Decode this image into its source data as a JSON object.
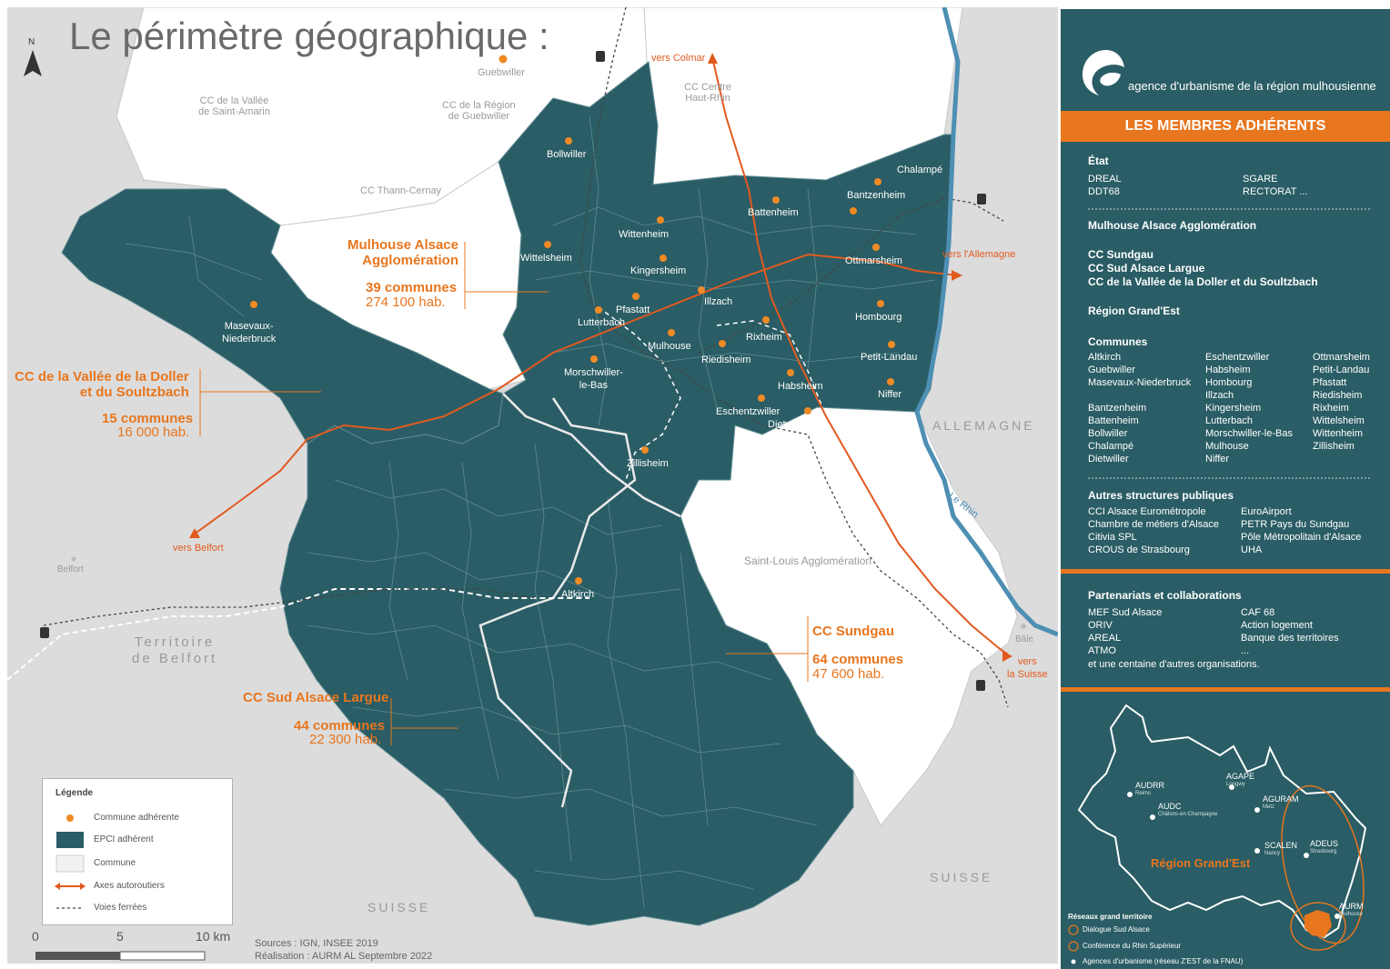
{
  "title": "Le périmètre géographique :",
  "north": "N",
  "colors": {
    "epci": "#2a5d65",
    "commune": "#ffffff",
    "outside": "#dcdcdc",
    "accent": "#e8761e",
    "highway": "#e25a1f",
    "rhine": "#4e8fb4"
  },
  "grey_labels": {
    "guebwiller": "Guebwiller",
    "cc_saint_amarin": "CC de la Vallée\nde Saint-Amarin",
    "cc_guebwiller": "CC de la Région\nde Guebwiller",
    "cc_centre_haut_rhin": "CC Centre\nHaut-Rhin",
    "cc_thann": "CC Thann-Cernay",
    "saint_louis": "Saint-Louis Agglomération",
    "belfort": "Belfort",
    "bale": "Bâle"
  },
  "countries": {
    "allemagne": "ALLEMAGNE",
    "suisse1": "SUISSE",
    "suisse2": "SUISSE",
    "territoire": "Territoire\nde Belfort"
  },
  "rhine_label": "Le Rhin",
  "directions": {
    "colmar": "vers Colmar",
    "allemagne": "vers l'Allemagne",
    "belfort": "vers Belfort",
    "suisse": "vers\nla Suisse"
  },
  "towns": {
    "bollwiller": "Bollwiller",
    "chalampe": "Chalampé",
    "bantzenheim": "Bantzenheim",
    "battenheim": "Battenheim",
    "wittenheim": "Wittenheim",
    "wittelsheim": "Wittelsheim",
    "kingersheim": "Kingersheim",
    "ottmarsheim": "Ottmarsheim",
    "illzach": "Illzach",
    "pfastatt": "Pfastatt",
    "lutterbach": "Lutterbach",
    "hombourg": "Hombourg",
    "masevaux": "Masevaux-\nNiederbruck",
    "mulhouse": "Mulhouse",
    "rixheim": "Rixheim",
    "riedisheim": "Riedisheim",
    "morschwiller": "Morschwiller-\nle-Bas",
    "petit_landau": "Petit-Landau",
    "habsheim": "Habsheim",
    "niffer": "Niffer",
    "eschentzwiller": "Eschentzwiller",
    "dietwiller": "Dietwiller",
    "zillisheim": "Zillisheim",
    "altkirch": "Altkirch"
  },
  "epci": {
    "m2a": {
      "name": "Mulhouse Alsace\nAgglomération",
      "count": "39 communes",
      "pop": "274 100 hab."
    },
    "doller": {
      "name": "CC de la Vallée de la Doller\net du Soultzbach",
      "count": "15 communes",
      "pop": "16 000 hab."
    },
    "sundgau": {
      "name": "CC Sundgau",
      "count": "64 communes",
      "pop": "47 600 hab."
    },
    "sud_alsace": {
      "name": "CC Sud Alsace Largue",
      "count": "44 communes",
      "pop": "22 300 hab."
    }
  },
  "legend": {
    "title": "Légende",
    "items": [
      "Commune adhérente",
      "EPCI adhérent",
      "Commune",
      "Axes autoroutiers",
      "Voies ferrées"
    ]
  },
  "scale": {
    "labels": [
      "0",
      "5",
      "10 km"
    ]
  },
  "sources": "Sources : IGN, INSEE 2019\nRéalisation : AURM AL Septembre 2022",
  "panel": {
    "org": "agence d'urbanisme de la région mulhousienne",
    "heading": "LES MEMBRES ADHÉRENTS",
    "etat_title": "État",
    "etat_col1": [
      "DREAL",
      "DDT68"
    ],
    "etat_col2": [
      "SGARE",
      "RECTORAT ..."
    ],
    "m2a": "Mulhouse Alsace Agglomération",
    "cc_list": [
      "CC Sundgau",
      "CC Sud Alsace Largue",
      "CC de la Vallée de la Doller et du Soultzbach"
    ],
    "region": "Région Grand'Est",
    "communes_title": "Communes",
    "communes_col1": [
      "Altkirch",
      "Guebwiller",
      "Masevaux-Niederbruck",
      "",
      "Bantzenheim",
      "Battenheim",
      "Bollwiller",
      "Chalampé",
      "Dietwiller"
    ],
    "communes_col2": [
      "Eschentzwiller",
      "Habsheim",
      "Hombourg",
      "Illzach",
      "Kingersheim",
      "Lutterbach",
      "Morschwiller-le-Bas",
      "Mulhouse",
      "Niffer"
    ],
    "communes_col3": [
      "Ottmarsheim",
      "Petit-Landau",
      "Pfastatt",
      "Riedisheim",
      "Rixheim",
      "Wittelsheim",
      "Wittenheim",
      "Zillisheim"
    ],
    "autres_title": "Autres structures publiques",
    "autres_col1": [
      "CCI Alsace Eurométropole",
      "Chambre de métiers d'Alsace",
      "Citivia SPL",
      "CROUS de Strasbourg"
    ],
    "autres_col2": [
      "EuroAirport",
      "PETR Pays du Sundgau",
      "Pôle Métropolitain d'Alsace",
      "UHA"
    ],
    "partenariats_title": "Partenariats et collaborations",
    "part_col1": [
      "MEF Sud Alsace",
      "ORIV",
      "AREAL",
      "ATMO"
    ],
    "part_col2": [
      "CAF 68",
      "Action logement",
      "Banque des territoires",
      "..."
    ],
    "part_more": "et une centaine d'autres organisations.",
    "minimap": {
      "region_label": "Région Grand'Est",
      "agencies": [
        {
          "name": "AUDRR",
          "city": "Reims"
        },
        {
          "name": "AGAPE",
          "city": "Longwy"
        },
        {
          "name": "AGURAM",
          "city": "Metz"
        },
        {
          "name": "AUDC",
          "city": "Châlons-en-Champagne"
        },
        {
          "name": "SCALEN",
          "city": "Nancy"
        },
        {
          "name": "ADEUS",
          "city": "Strasbourg"
        },
        {
          "name": "AURM",
          "city": "Mulhouse"
        }
      ],
      "legend_title": "Réseaux grand territoire",
      "legend_items": [
        "Dialogue Sud Alsace",
        "Conférence du Rhin Supérieur",
        "Agences d'urbanisme (réseau Z'EST de la FNAU)"
      ]
    }
  }
}
